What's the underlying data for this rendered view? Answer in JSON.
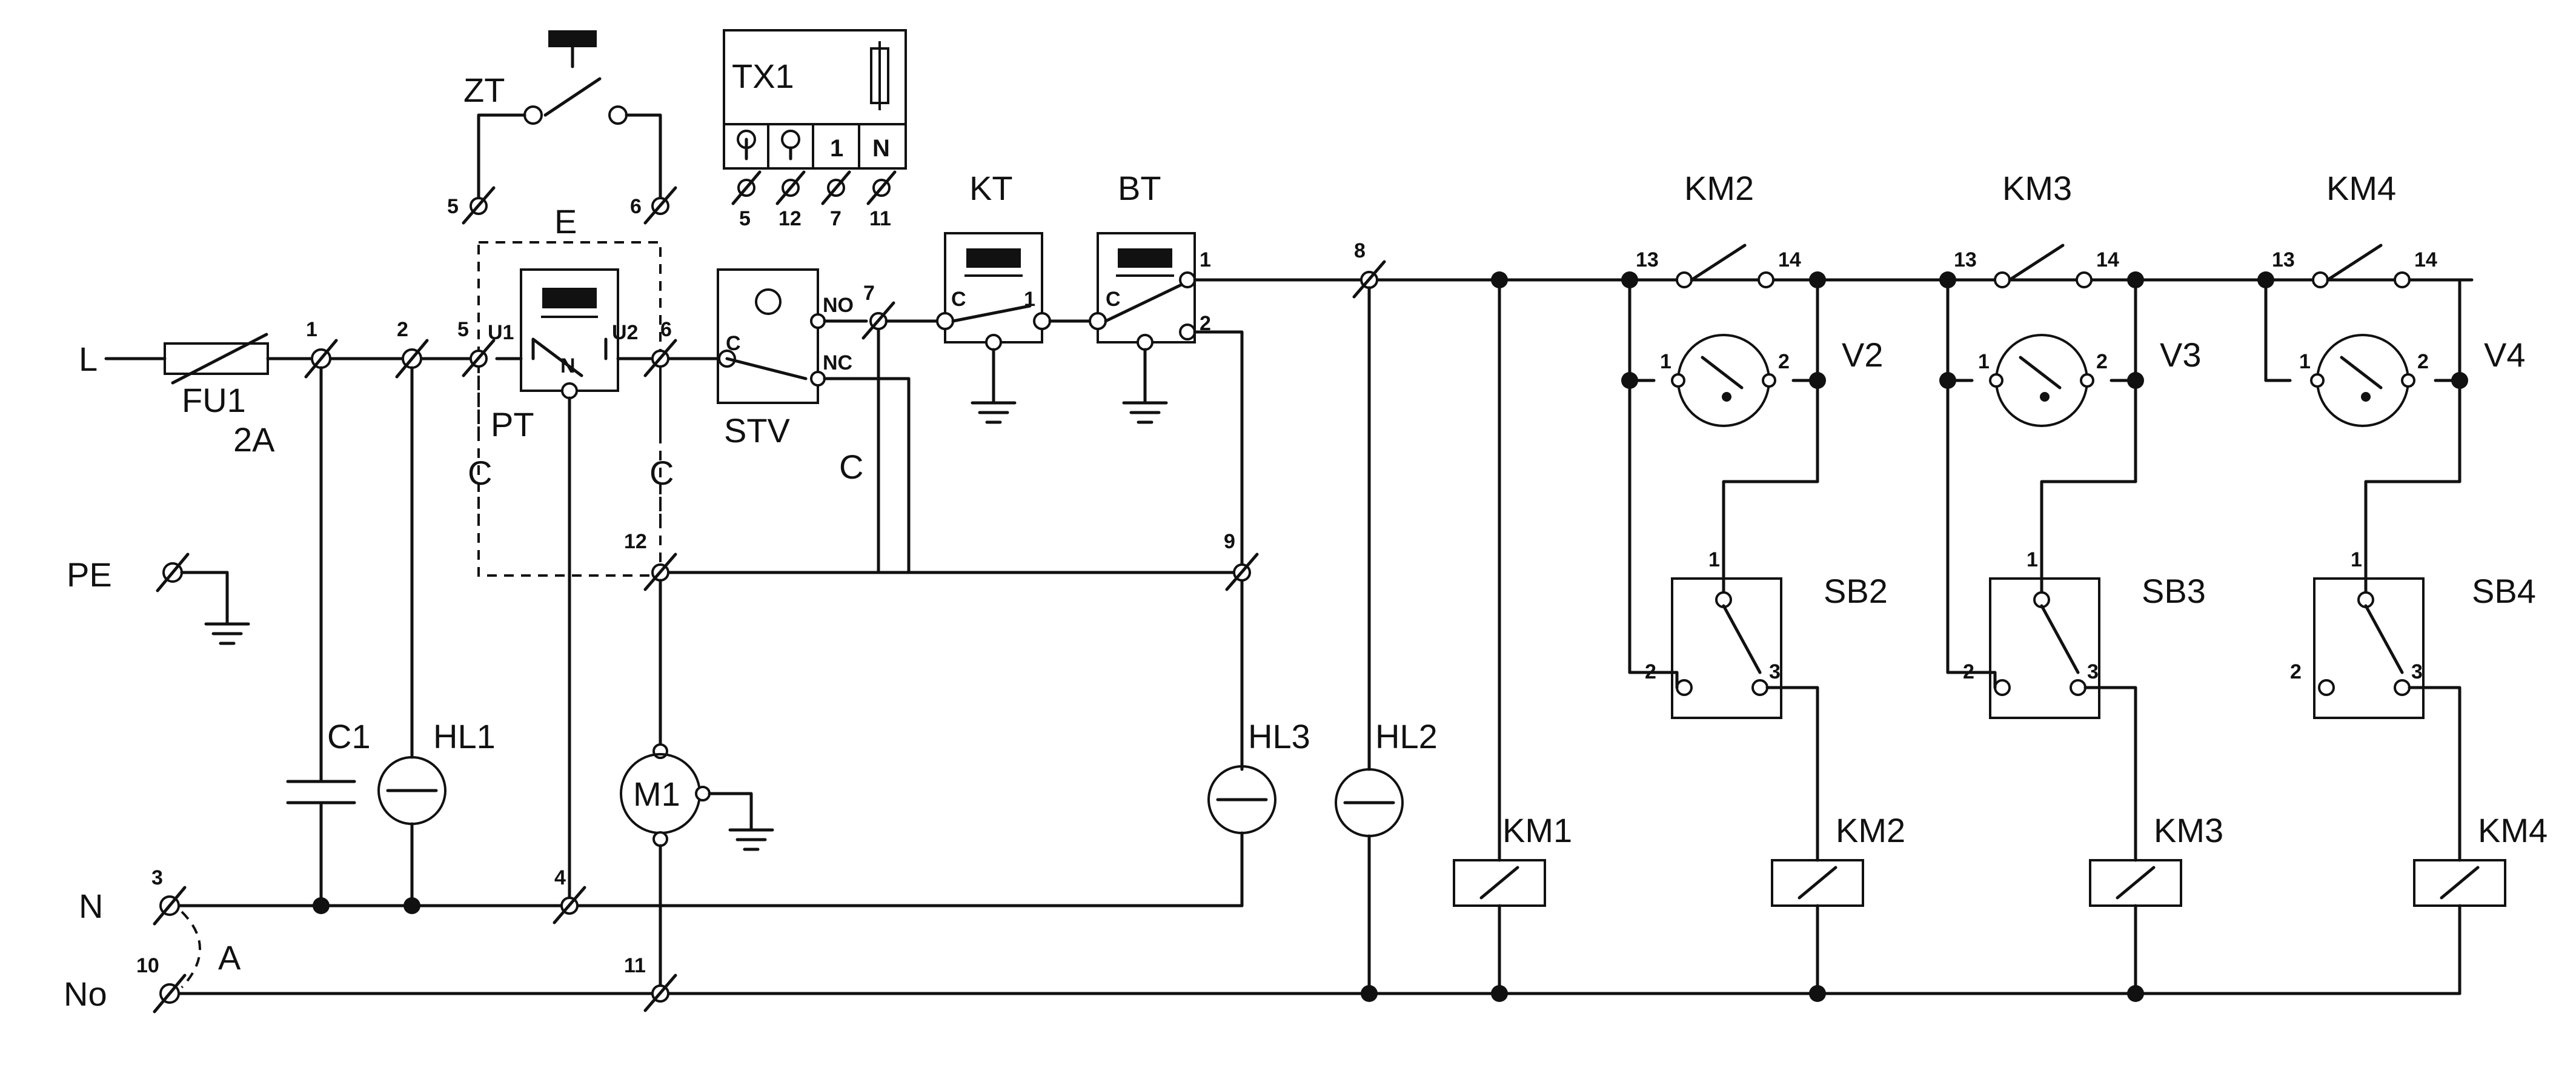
{
  "line_labels": {
    "L": "L",
    "PE": "PE",
    "N": "N",
    "No": "No"
  },
  "components": {
    "fuse": "FU1",
    "fuse_rating": "2A",
    "capacitor": "C1",
    "lamp1": "HL1",
    "lamp2": "HL2",
    "lamp3": "HL3",
    "motor": "M1",
    "zt": "ZT",
    "e": "E",
    "pt": "PT",
    "c": "C",
    "tx1": "TX1",
    "stv": "STV",
    "kt": "KT",
    "bt": "BT",
    "km1": "KM1",
    "km2": "KM2",
    "km3": "KM3",
    "km4": "KM4",
    "v2": "V2",
    "v3": "V3",
    "v4": "V4",
    "sb2": "SB2",
    "sb3": "SB3",
    "sb4": "SB4",
    "jumper": "A"
  },
  "terminals": {
    "t1": "1",
    "t2": "2",
    "t3": "3",
    "t4": "4",
    "t5": "5",
    "t6": "6",
    "t7": "7",
    "t8": "8",
    "t9": "9",
    "t10": "10",
    "t11": "11",
    "t12": "12",
    "t13": "13",
    "t14": "14",
    "u1": "U1",
    "u2": "U2",
    "n": "N",
    "no": "NO",
    "nc": "NC",
    "c": "C"
  },
  "tx1_terminals": [
    "5",
    "12",
    "7",
    "11"
  ],
  "tx1_cells": [
    "1",
    "N"
  ]
}
